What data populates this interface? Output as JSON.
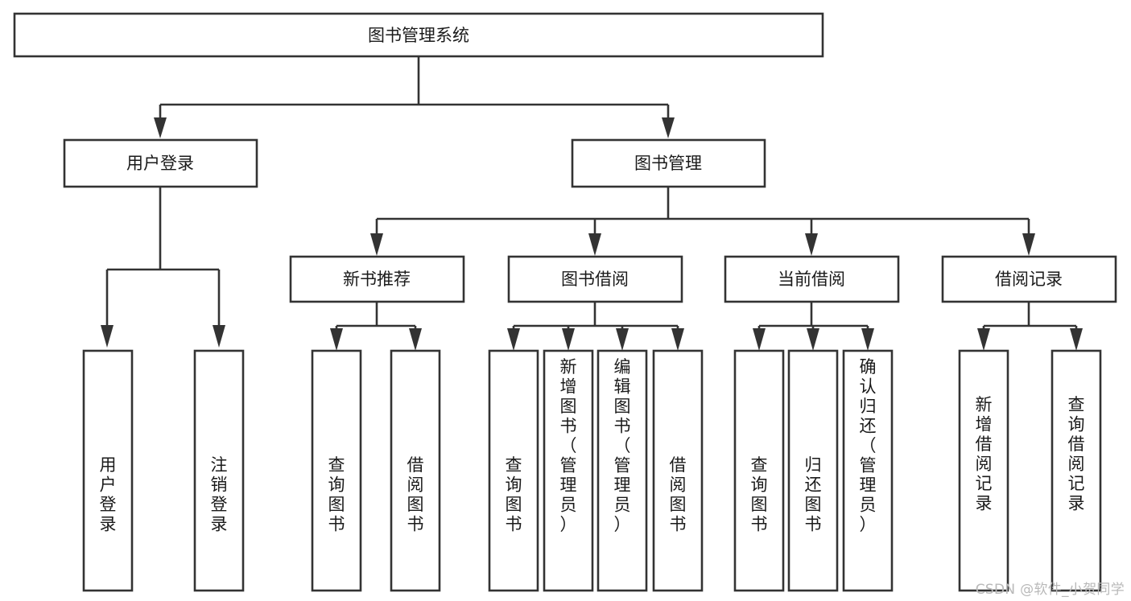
{
  "diagram": {
    "title": "图书管理系统",
    "watermark": "CSDN @软件_小贺同学",
    "colors": {
      "stroke": "#333333",
      "fill": "#ffffff",
      "text": "#1a1a1a",
      "watermark": "#b9b9b9",
      "background": "#ffffff"
    },
    "levels": {
      "root": {
        "label": "图书管理系统"
      },
      "level2": [
        {
          "id": "user-login",
          "label": "用户登录"
        },
        {
          "id": "book-management",
          "label": "图书管理"
        }
      ],
      "level3": [
        {
          "id": "new-book-recommend",
          "label": "新书推荐"
        },
        {
          "id": "book-borrow",
          "label": "图书借阅"
        },
        {
          "id": "current-borrow",
          "label": "当前借阅"
        },
        {
          "id": "borrow-record",
          "label": "借阅记录"
        }
      ],
      "level4": [
        {
          "id": "leaf-user-login",
          "label": "用户登录",
          "parent": "user-login"
        },
        {
          "id": "leaf-logout",
          "label": "注销登录",
          "parent": "user-login"
        },
        {
          "id": "leaf-query-book-1",
          "label": "查询图书",
          "parent": "new-book-recommend"
        },
        {
          "id": "leaf-borrow-book-1",
          "label": "借阅图书",
          "parent": "new-book-recommend"
        },
        {
          "id": "leaf-query-book-2",
          "label": "查询图书",
          "parent": "book-borrow"
        },
        {
          "id": "leaf-add-book",
          "label": "新增图书（管理员）",
          "parent": "book-borrow"
        },
        {
          "id": "leaf-edit-book",
          "label": "编辑图书（管理员）",
          "parent": "book-borrow"
        },
        {
          "id": "leaf-borrow-book-2",
          "label": "借阅图书",
          "parent": "book-borrow"
        },
        {
          "id": "leaf-query-book-3",
          "label": "查询图书",
          "parent": "current-borrow"
        },
        {
          "id": "leaf-return-book",
          "label": "归还图书",
          "parent": "current-borrow"
        },
        {
          "id": "leaf-confirm-return",
          "label": "确认归还（管理员）",
          "parent": "current-borrow"
        },
        {
          "id": "leaf-add-record",
          "label": "新增借阅记录",
          "parent": "borrow-record"
        },
        {
          "id": "leaf-query-record",
          "label": "查询借阅记录",
          "parent": "borrow-record"
        }
      ]
    }
  }
}
